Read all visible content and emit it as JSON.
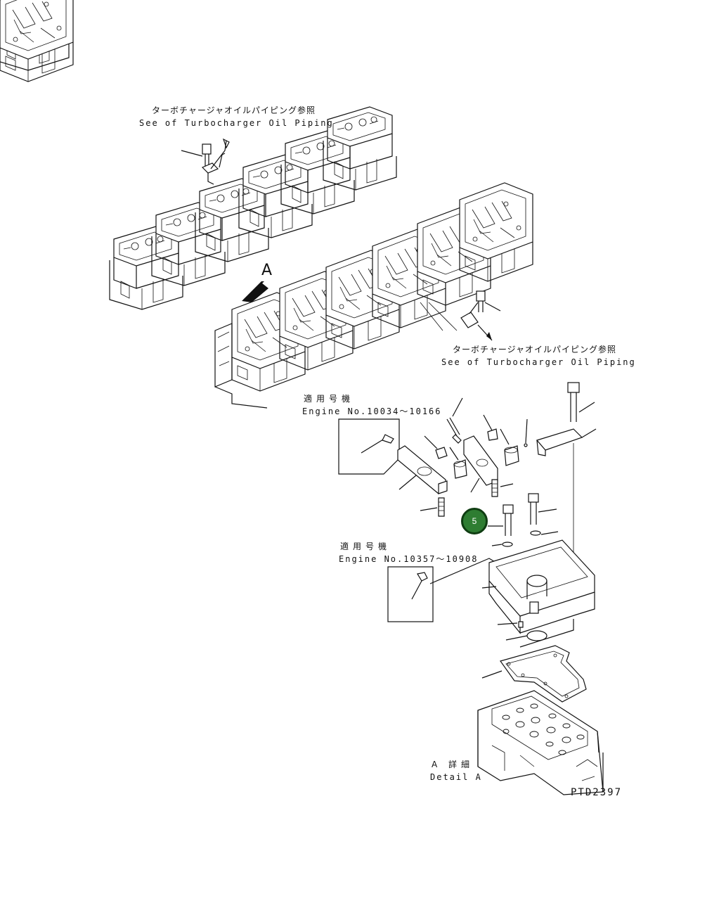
{
  "labels": {
    "top_ref_jp": "ターボチャージャオイルパイピング参照",
    "top_ref_en": "See of Turbocharger Oil Piping",
    "arrow_label": "A",
    "mid_ref_jp": "ターボチャージャオイルパイピング参照",
    "mid_ref_en": "See of Turbocharger Oil Piping",
    "applic1_jp": "適用号機",
    "applic1_en": "Engine No.10034～10166",
    "applic2_jp": "適用号機",
    "applic2_en": "Engine No.10357～10908",
    "detail_jp": "A 詳細",
    "detail_en": "Detail A",
    "drawing_no": "PTD2397"
  },
  "callouts": [
    {
      "label": "5",
      "color": "#2e7d32"
    }
  ]
}
